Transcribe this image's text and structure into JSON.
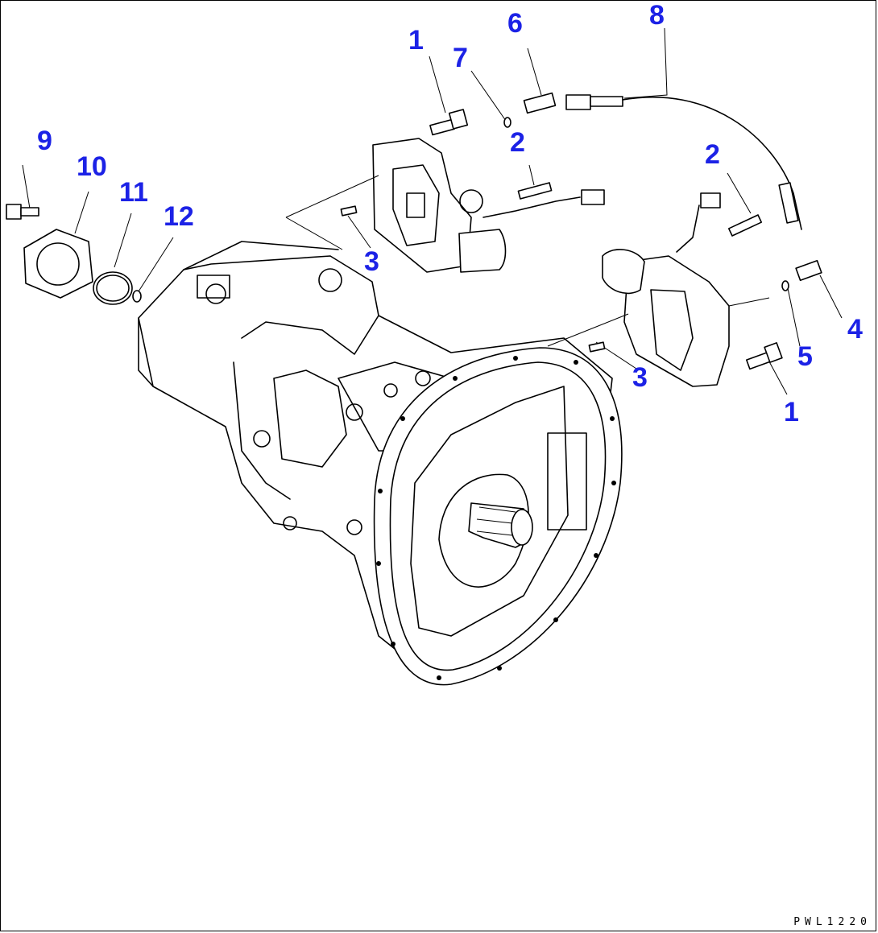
{
  "diagram": {
    "accent_color": "#1c22e6",
    "drawing_code": "PWL1220",
    "callouts": [
      {
        "id": "c1a",
        "label": "1"
      },
      {
        "id": "c7",
        "label": "7"
      },
      {
        "id": "c6",
        "label": "6"
      },
      {
        "id": "c8",
        "label": "8"
      },
      {
        "id": "c2a",
        "label": "2"
      },
      {
        "id": "c2b",
        "label": "2"
      },
      {
        "id": "c9",
        "label": "9"
      },
      {
        "id": "c10",
        "label": "10"
      },
      {
        "id": "c11",
        "label": "11"
      },
      {
        "id": "c12",
        "label": "12"
      },
      {
        "id": "c3a",
        "label": "3"
      },
      {
        "id": "c4",
        "label": "4"
      },
      {
        "id": "c5",
        "label": "5"
      },
      {
        "id": "c3b",
        "label": "3"
      },
      {
        "id": "c1b",
        "label": "1"
      }
    ]
  }
}
